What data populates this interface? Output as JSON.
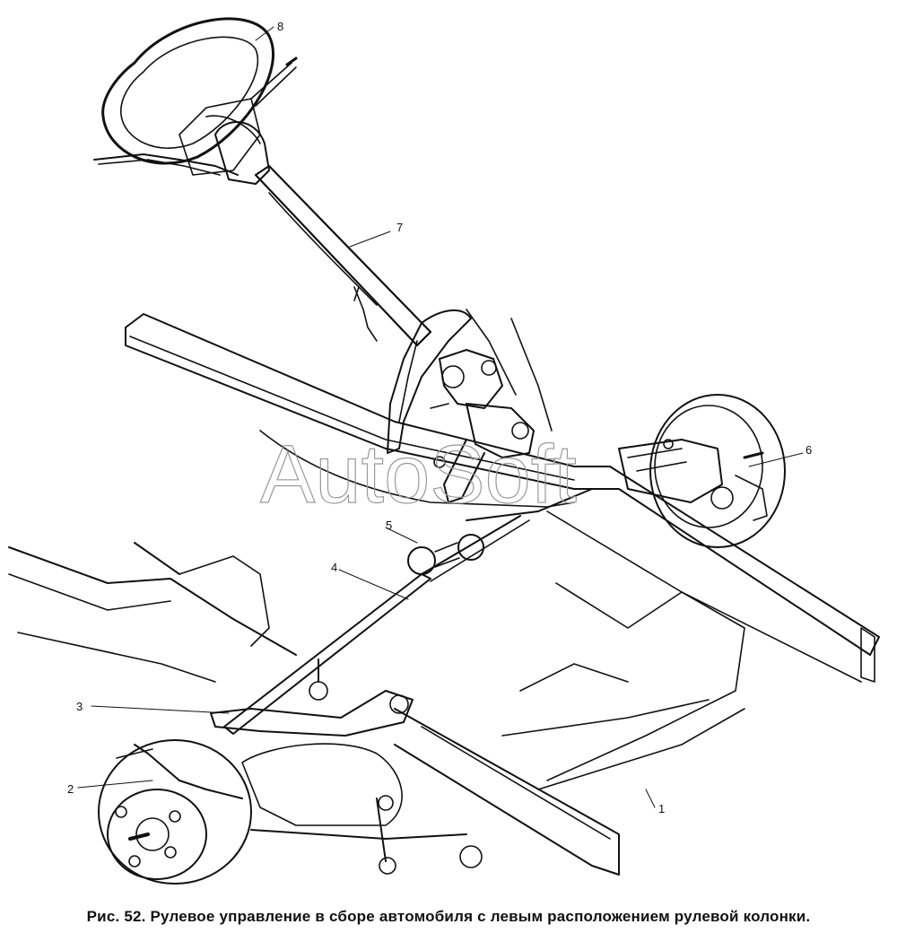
{
  "caption": "Рис. 52. Рулевое управление в сборе автомобиля с левым расположением рулевой колонки.",
  "watermark": "AutoSoft",
  "callouts": {
    "c1": "1",
    "c2": "2",
    "c3": "3",
    "c4": "4",
    "c5": "5",
    "c6": "6",
    "c7": "7",
    "c8": "8"
  },
  "colors": {
    "ink": "#111111",
    "paper": "#ffffff",
    "watermark_stroke": "#9a9a9a"
  }
}
